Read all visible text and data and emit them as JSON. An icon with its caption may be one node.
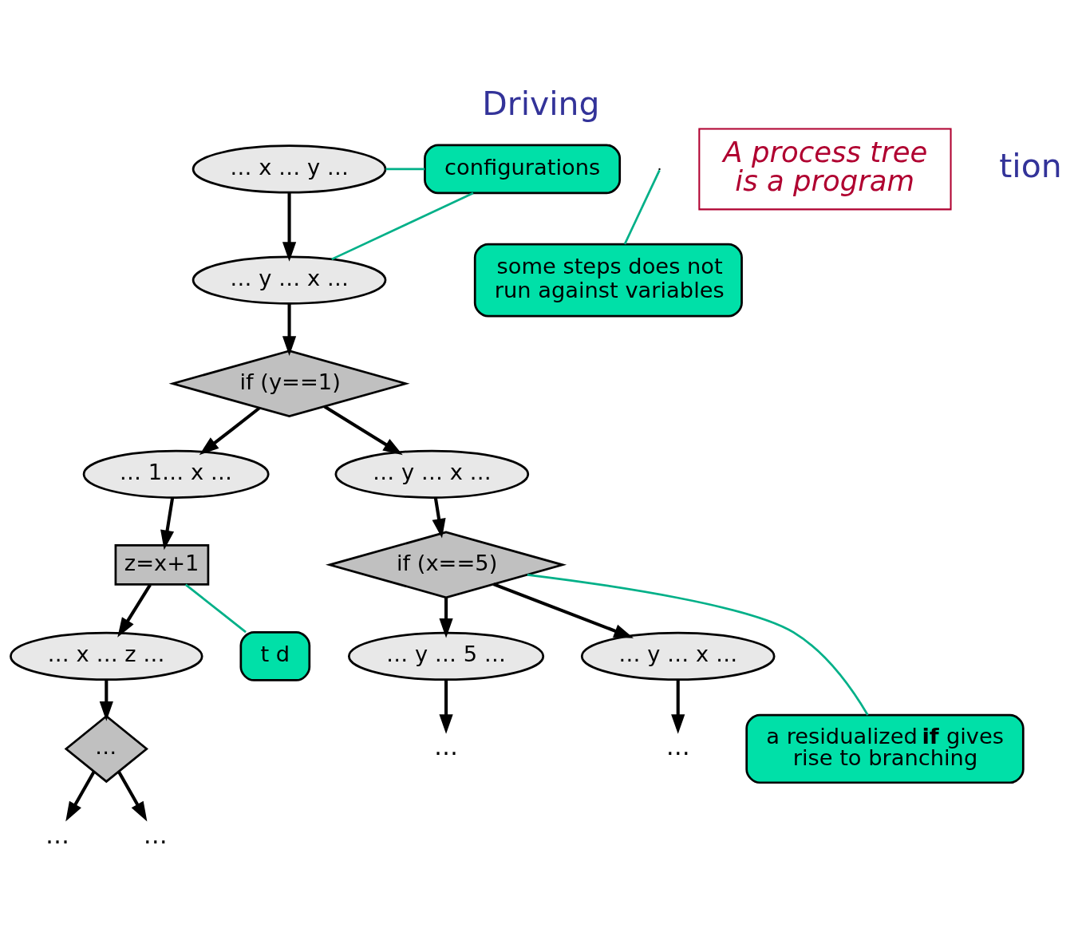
{
  "diagram": {
    "title": "Driving",
    "nodes": [
      {
        "text": [
          "… x … y …"
        ]
      },
      {
        "text": [
          "… y … x …"
        ]
      },
      {
        "text": [
          "if (y==1)"
        ]
      },
      {
        "text": [
          "… 1… x …"
        ]
      },
      {
        "text": [
          "… y … x …"
        ]
      },
      {
        "text": [
          "z=x+1"
        ]
      },
      {
        "text": [
          "if (x==5)"
        ]
      },
      {
        "text": [
          "… x … z …"
        ]
      },
      {
        "text": [
          "… y … 5 …"
        ]
      },
      {
        "text": [
          "… y … x …"
        ]
      },
      {
        "text": [
          "…"
        ]
      },
      {
        "text": [
          "…"
        ]
      },
      {
        "text": [
          "…"
        ]
      },
      {
        "text": [
          "…"
        ]
      },
      {
        "text": [
          "…"
        ]
      },
      {
        "text": [
          "configurations"
        ]
      },
      {
        "text": [
          "some steps does not run against variables"
        ]
      },
      {
        "text": [
          "a residualized **if** gives rise to branching"
        ]
      },
      {
        "text": [
          "t d"
        ]
      },
      {
        "text": [
          "A process tree is a program"
        ]
      }
    ],
    "edges": [
      {
        "from": 0,
        "to": 1,
        "arrow": "to"
      },
      {
        "from": 1,
        "to": 2,
        "arrow": "to"
      },
      {
        "from": 2,
        "to": 3,
        "arrow": "to"
      },
      {
        "from": 2,
        "to": 4,
        "arrow": "to"
      },
      {
        "from": 3,
        "to": 5,
        "arrow": "to"
      },
      {
        "from": 4,
        "to": 6,
        "arrow": "to"
      },
      {
        "from": 5,
        "to": 7,
        "arrow": "to"
      },
      {
        "from": 6,
        "to": 8,
        "arrow": "to"
      },
      {
        "from": 6,
        "to": 9,
        "arrow": "to"
      },
      {
        "from": 7,
        "to": 10,
        "arrow": "to"
      },
      {
        "from": 8,
        "to": 11,
        "arrow": "to"
      },
      {
        "from": 9,
        "to": 12,
        "arrow": "to"
      },
      {
        "from": 10,
        "to": 13,
        "arrow": "to"
      },
      {
        "from": 10,
        "to": 14,
        "arrow": "to"
      },
      {
        "from": 15,
        "to": 0,
        "arrow": "none",
        "color": "#00b088"
      },
      {
        "from": 15,
        "to": 1,
        "arrow": "none",
        "color": "#00b088"
      },
      {
        "from": 16,
        "to": null,
        "arrow": "none",
        "color": "#00b088"
      },
      {
        "from": 17,
        "to": 6,
        "arrow": "none",
        "color": "#00b088"
      },
      {
        "from": 18,
        "to": 5,
        "arrow": "none",
        "color": "#00b088"
      }
    ],
    "labels": [
      "tion"
    ]
  }
}
